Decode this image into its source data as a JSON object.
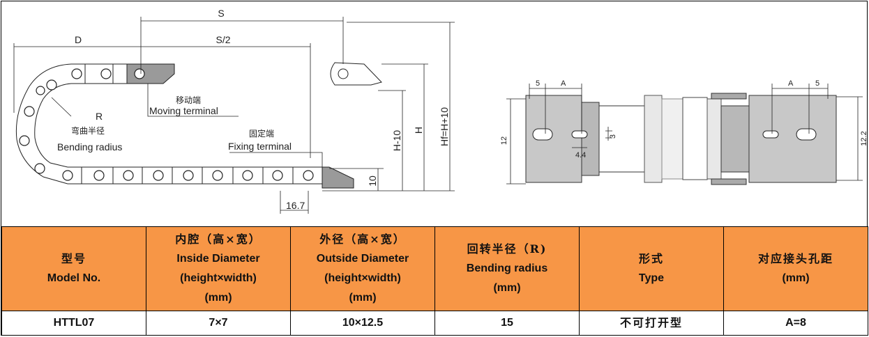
{
  "diagram": {
    "left": {
      "dim_s": "S",
      "dim_d": "D",
      "dim_s2": "S/2",
      "moving_cn": "移动端",
      "moving_en": "Moving terminal",
      "radius_sym": "R",
      "radius_cn": "弯曲半径",
      "radius_en": "Bending radius",
      "fixing_cn": "固定端",
      "fixing_en": "Fixing terminal",
      "dim_h10": "H-10",
      "dim_h": "H",
      "dim_hf": "Hf=H+10",
      "dim_10": "10",
      "dim_167": "16.7"
    },
    "right": {
      "dim_5a": "5",
      "dim_aa": "A",
      "dim_ab": "A",
      "dim_5b": "5",
      "dim_12": "12",
      "dim_122": "12.2",
      "dim_3": "3",
      "dim_44": "4.4"
    }
  },
  "table": {
    "headers": [
      {
        "cn": "型号",
        "en": "Model No."
      },
      {
        "cn": "内腔（高×宽）",
        "en": "Inside Diameter",
        "en2": "(height×width)",
        "unit": "(mm)"
      },
      {
        "cn": "外径（高×宽）",
        "en": "Outside Diameter",
        "en2": "(height×width)",
        "unit": "(mm)"
      },
      {
        "cn": "回转半径（R)",
        "en": "Bending radius",
        "unit": "(mm)"
      },
      {
        "cn": "形式",
        "en": "Type"
      },
      {
        "cn": "对应接头孔距",
        "unit": "(mm)"
      }
    ],
    "row": [
      "HTTL07",
      "7×7",
      "10×12.5",
      "15",
      "不可打开型",
      "A=8"
    ],
    "header_color": "#f79646"
  }
}
